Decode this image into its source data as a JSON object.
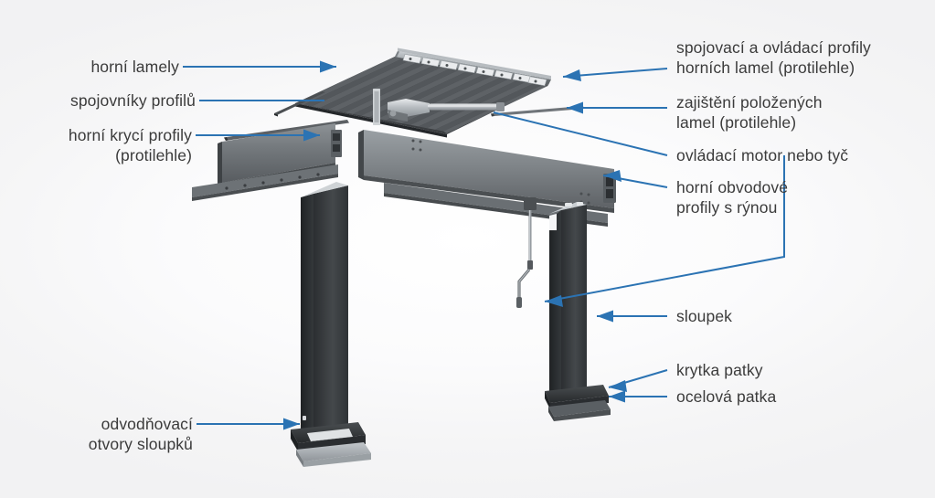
{
  "meta": {
    "title": "Pergola s lamelovou střechou – popis dílů",
    "background_color": "#f7f7f8",
    "leader_color": "#2b73b3",
    "text_color": "#3b3b3b"
  },
  "labels": {
    "horni_lamely": "horní lamely",
    "spojovniky_profilu": "spojovníky profilů",
    "horni_kryci_profily": "horní krycí profily\n(protilehle)",
    "odvodnovaci_otvory": "odvodňovací\notvory sloupků",
    "spojovaci_ovladaci": "spojovací a ovládací profily\nhorních lamel (protilehle)",
    "zajisteni_lamel": "zajištění položených\nlamel (protilehle)",
    "ovladaci_motor": "ovládací motor nebo tyč",
    "horni_obvodove": "horní obvodové\nprofily s rýnou",
    "sloupek": "sloupek",
    "krytka_patky": "krytka patky",
    "ocelova_patka": "ocelová patka"
  },
  "parts": {
    "louvre_blades_count": 9,
    "coupling_clips_count": 8,
    "left_post": "sloupek vlevo",
    "right_post": "sloupek vpravo",
    "actuator": "lineární motor",
    "crank_rod": "ovládací tyč s klikou"
  },
  "colors": {
    "metal_dark": "#3b3e41",
    "metal_mid": "#6e7276",
    "metal_light": "#a9aeb2",
    "metal_bright": "#d6d9dc",
    "blade_top": "#54585c",
    "blade_shadow": "#2f3234",
    "post_front": "#313437",
    "post_side": "#4e5255"
  }
}
